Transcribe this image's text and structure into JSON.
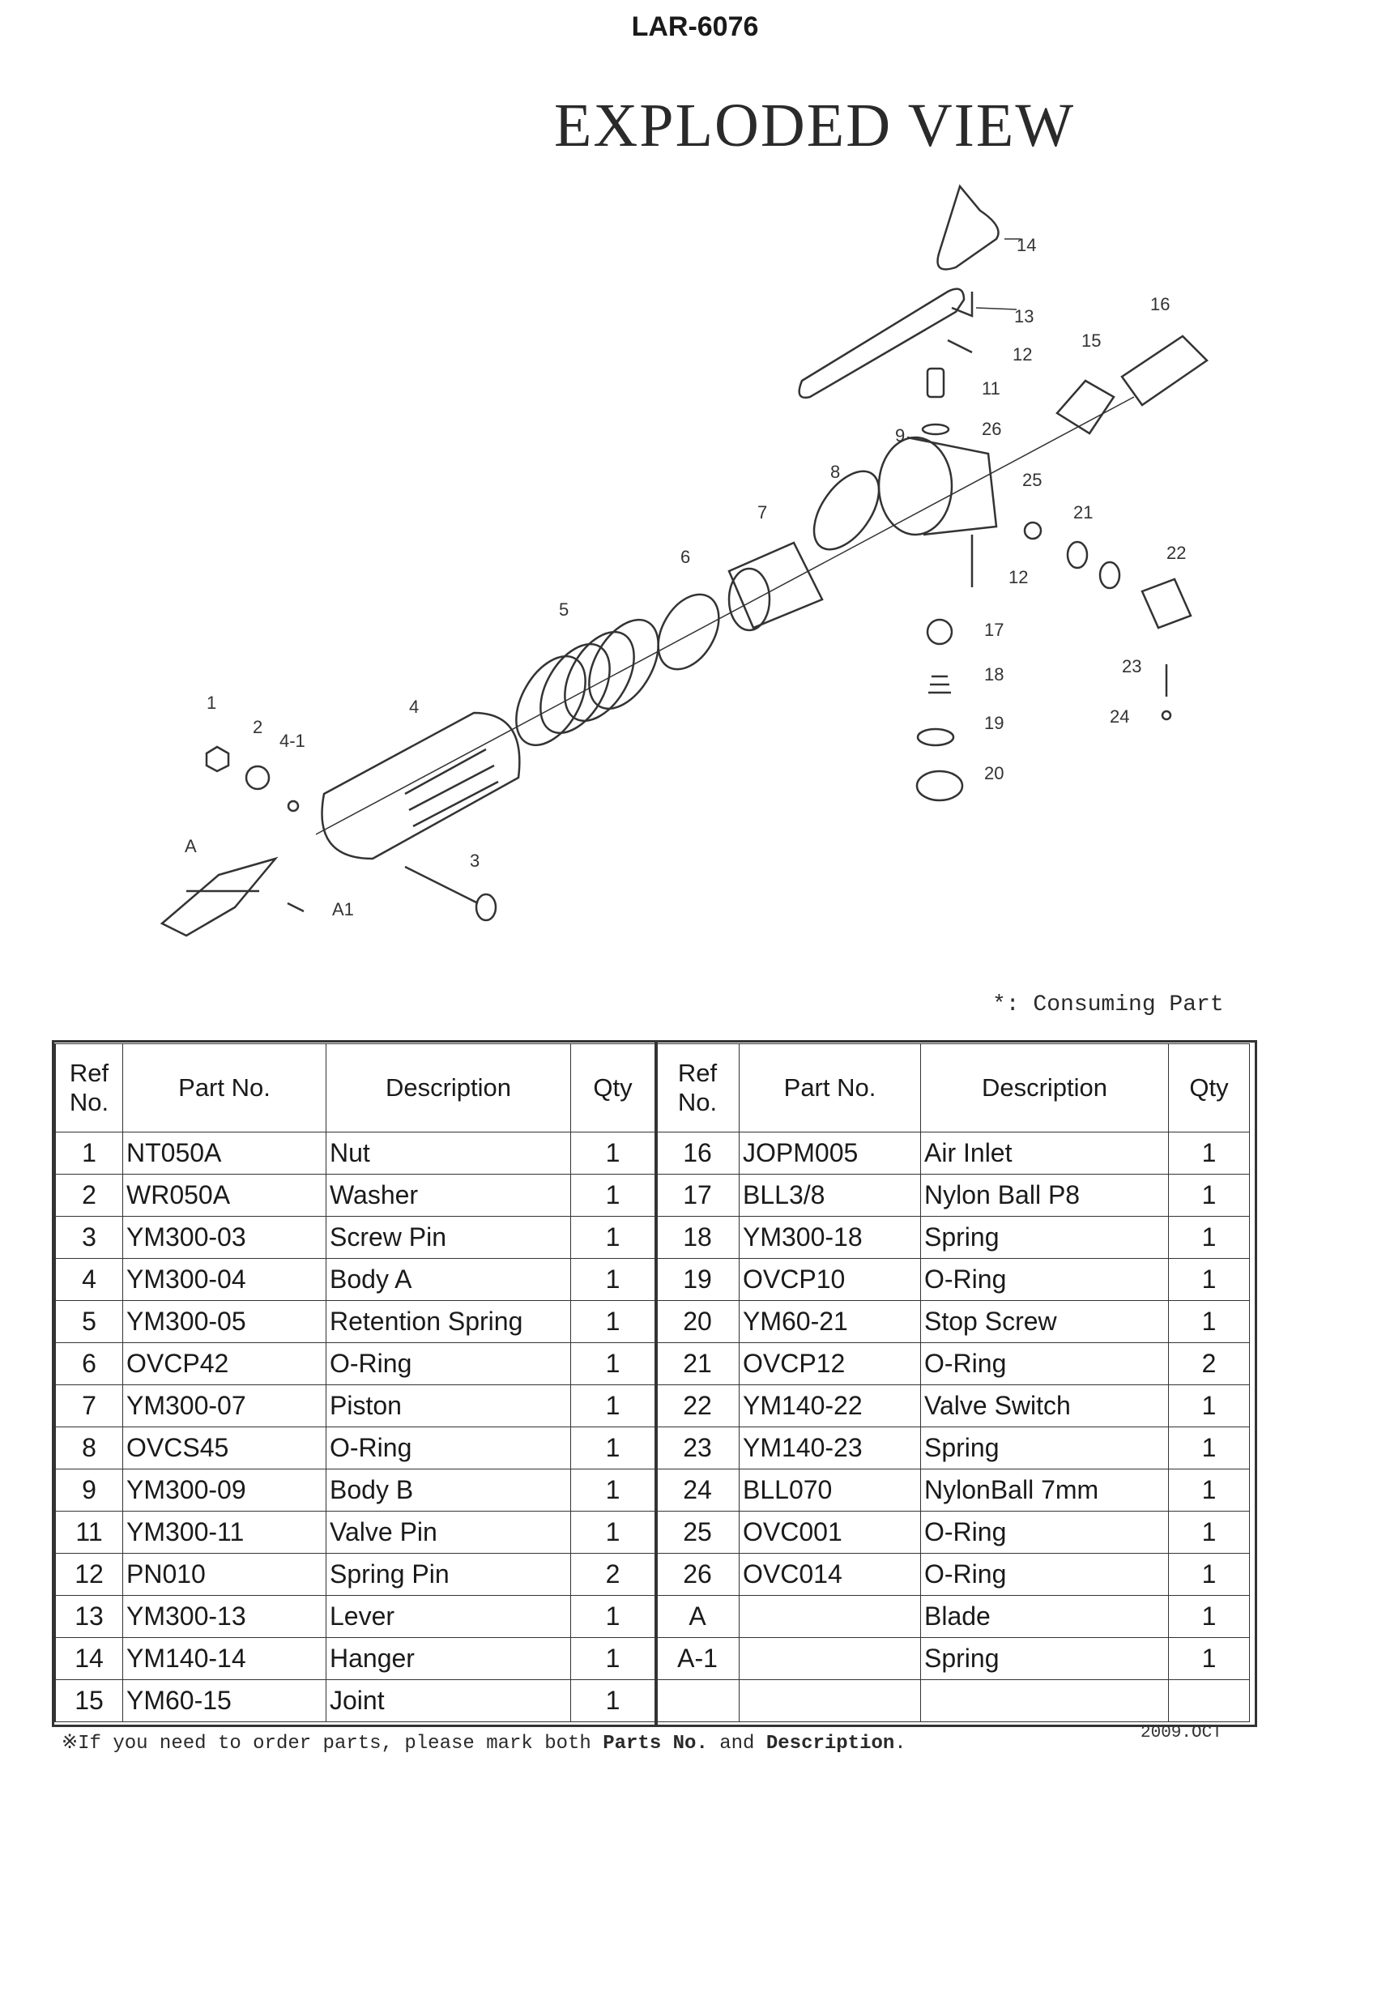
{
  "header": {
    "model": "LAR-6076",
    "title": "EXPLODED VIEW"
  },
  "callouts": [
    "1",
    "2",
    "4-1",
    "4",
    "5",
    "6",
    "7",
    "8",
    "9",
    "11",
    "12",
    "13",
    "14",
    "15",
    "16",
    "17",
    "18",
    "19",
    "20",
    "21",
    "22",
    "23",
    "24",
    "25",
    "26",
    "3",
    "A",
    "A1",
    "12"
  ],
  "legend": "*: Consuming Part",
  "table": {
    "headers": {
      "ref": "Ref No.",
      "part": "Part No.",
      "desc": "Description",
      "qty": "Qty"
    },
    "left": [
      {
        "ref": "1",
        "part": "NT050A",
        "desc": "Nut",
        "qty": "1"
      },
      {
        "ref": "2",
        "part": "WR050A",
        "desc": "Washer",
        "qty": "1"
      },
      {
        "ref": "3",
        "part": "YM300-03",
        "desc": "Screw Pin",
        "qty": "1"
      },
      {
        "ref": "4",
        "part": "YM300-04",
        "desc": "Body A",
        "qty": "1"
      },
      {
        "ref": "5",
        "part": "YM300-05",
        "desc": "Retention Spring",
        "qty": "1"
      },
      {
        "ref": "6",
        "part": "OVCP42",
        "desc": "O-Ring",
        "qty": "1"
      },
      {
        "ref": "7",
        "part": "YM300-07",
        "desc": "Piston",
        "qty": "1"
      },
      {
        "ref": "8",
        "part": "OVCS45",
        "desc": "O-Ring",
        "qty": "1"
      },
      {
        "ref": "9",
        "part": "YM300-09",
        "desc": "Body B",
        "qty": "1"
      },
      {
        "ref": "11",
        "part": "YM300-11",
        "desc": "Valve Pin",
        "qty": "1"
      },
      {
        "ref": "12",
        "part": "PN010",
        "desc": "Spring Pin",
        "qty": "2"
      },
      {
        "ref": "13",
        "part": "YM300-13",
        "desc": "Lever",
        "qty": "1"
      },
      {
        "ref": "14",
        "part": "YM140-14",
        "desc": "Hanger",
        "qty": "1"
      },
      {
        "ref": "15",
        "part": "YM60-15",
        "desc": "Joint",
        "qty": "1"
      }
    ],
    "right": [
      {
        "ref": "16",
        "part": "JOPM005",
        "desc": "Air Inlet",
        "qty": "1"
      },
      {
        "ref": "17",
        "part": "BLL3/8",
        "desc": "Nylon Ball P8",
        "qty": "1"
      },
      {
        "ref": "18",
        "part": "YM300-18",
        "desc": "Spring",
        "qty": "1"
      },
      {
        "ref": "19",
        "part": "OVCP10",
        "desc": "O-Ring",
        "qty": "1"
      },
      {
        "ref": "20",
        "part": "YM60-21",
        "desc": "Stop Screw",
        "qty": "1"
      },
      {
        "ref": "21",
        "part": "OVCP12",
        "desc": "O-Ring",
        "qty": "2"
      },
      {
        "ref": "22",
        "part": "YM140-22",
        "desc": "Valve Switch",
        "qty": "1"
      },
      {
        "ref": "23",
        "part": "YM140-23",
        "desc": "Spring",
        "qty": "1"
      },
      {
        "ref": "24",
        "part": "BLL070",
        "desc": "NylonBall 7mm",
        "qty": "1"
      },
      {
        "ref": "25",
        "part": "OVC001",
        "desc": "O-Ring",
        "qty": "1"
      },
      {
        "ref": "26",
        "part": "OVC014",
        "desc": "O-Ring",
        "qty": "1"
      },
      {
        "ref": "A",
        "part": "",
        "desc": "Blade",
        "qty": "1"
      },
      {
        "ref": "A-1",
        "part": "",
        "desc": "Spring",
        "qty": "1"
      },
      {
        "ref": "",
        "part": "",
        "desc": "",
        "qty": ""
      }
    ]
  },
  "footnote": {
    "prefix": "※If you need to order parts, please mark both ",
    "bold1": "Parts No.",
    "mid": " and ",
    "bold2": "Description",
    "suffix": "."
  },
  "date": "2009.OCT"
}
